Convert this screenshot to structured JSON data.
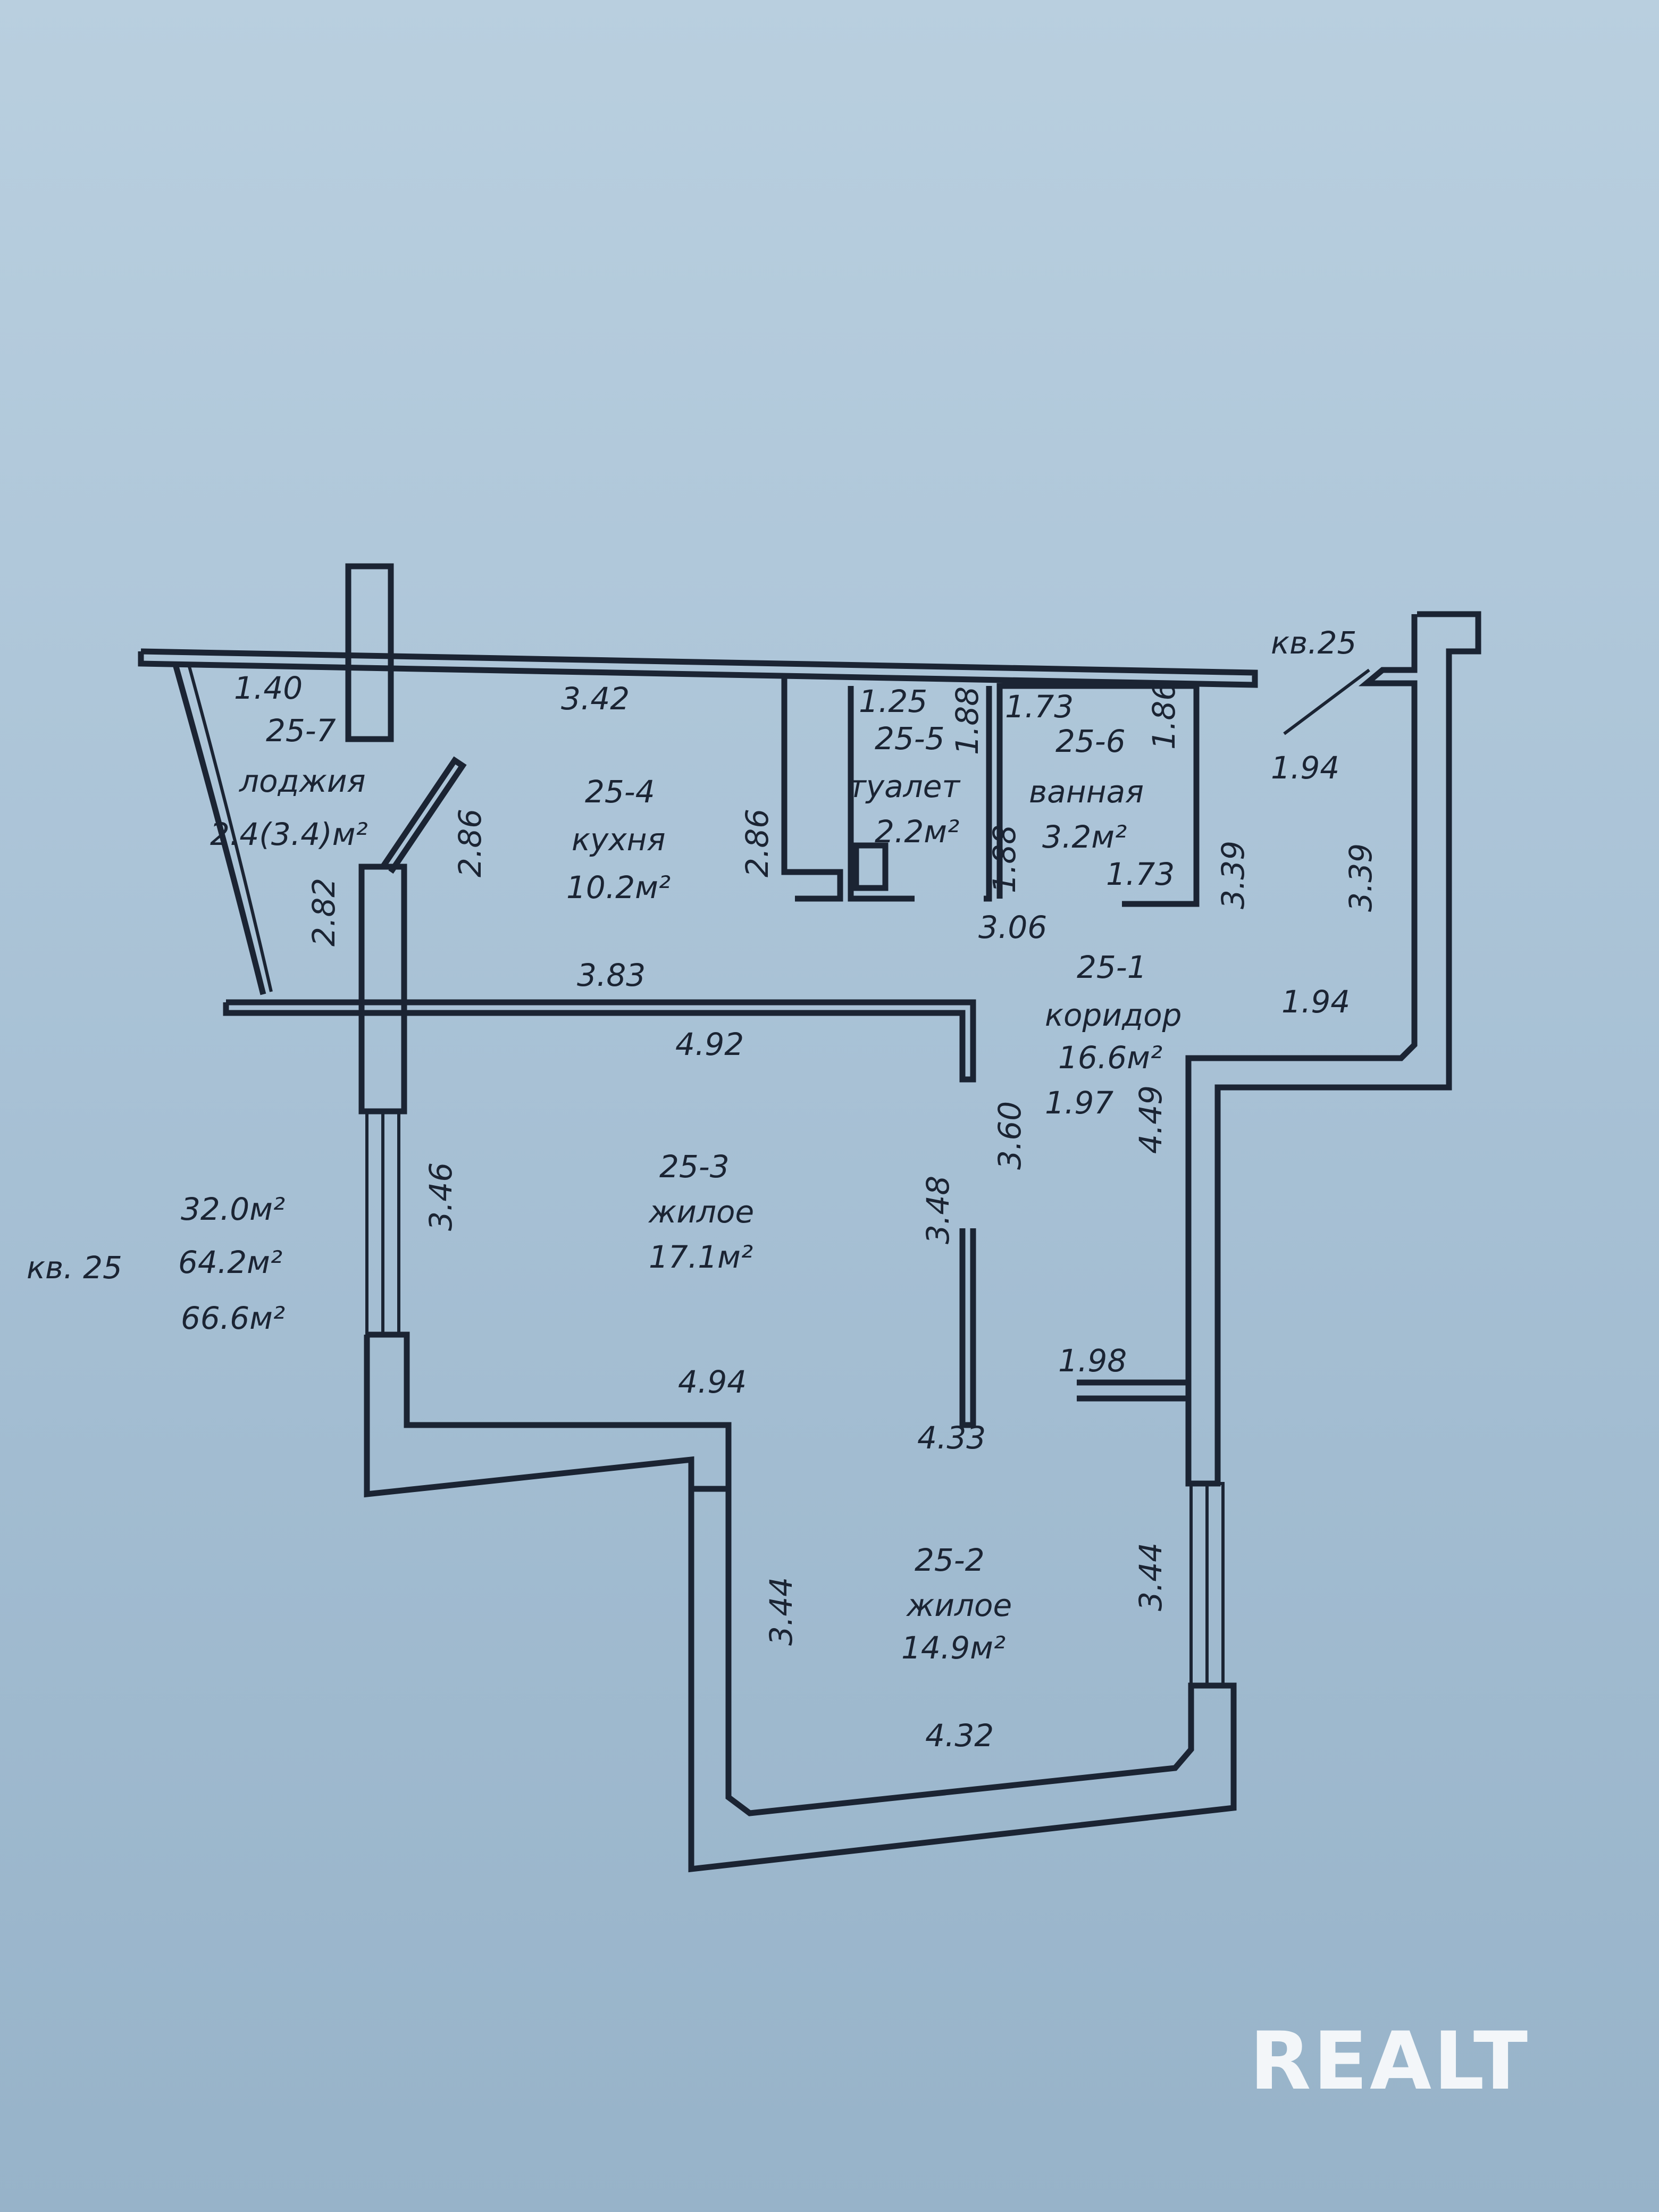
{
  "apartment": "кв.25",
  "summary": {
    "label": "кв. 25",
    "area_1": "32.0м²",
    "area_2": "64.2м²",
    "area_3": "66.6м²"
  },
  "rooms": {
    "loggia": {
      "code": "25-7",
      "name": "лоджия",
      "area": "2.4(3.4)м²"
    },
    "kitchen": {
      "code": "25-4",
      "name": "кухня",
      "area": "10.2м²"
    },
    "toilet": {
      "code": "25-5",
      "name": "туалет",
      "area": "2.2м²"
    },
    "bath": {
      "code": "25-6",
      "name": "ванная",
      "area": "3.2м²"
    },
    "corridor": {
      "code": "25-1",
      "name": "коридор",
      "area": "16.6м²"
    },
    "living3": {
      "code": "25-3",
      "name": "жилое",
      "area": "17.1м²"
    },
    "living2": {
      "code": "25-2",
      "name": "жилое",
      "area": "14.9м²"
    }
  },
  "dimensions": {
    "loggia_w": "1.40",
    "loggia_h": "2.82",
    "loggia_door": "2.86",
    "kitchen_w": "3.42",
    "kitchen_h": "2.86",
    "kitchen_bottom": "3.83",
    "toilet_w": "1.25",
    "toilet_h": "1.88",
    "bath_w_top": "1.73",
    "bath_h_right": "1.86",
    "bath_h_left": "1.88",
    "bath_w_bottom": "1.73",
    "corr_3_06": "3.06",
    "corr_3_39_a": "3.39",
    "corr_3_39_b": "3.39",
    "corr_1_94_a": "1.94",
    "corr_1_94_b": "1.94",
    "corr_1_97": "1.97",
    "corr_4_49": "4.49",
    "corr_3_60": "3.60",
    "corr_1_98": "1.98",
    "liv3_top": "4.92",
    "liv3_bottom": "4.94",
    "liv3_left": "3.46",
    "liv3_right": "3.48",
    "liv2_top": "4.33",
    "liv2_bottom": "4.32",
    "liv2_left": "3.44",
    "liv2_right": "3.44"
  },
  "watermark": "REALT"
}
